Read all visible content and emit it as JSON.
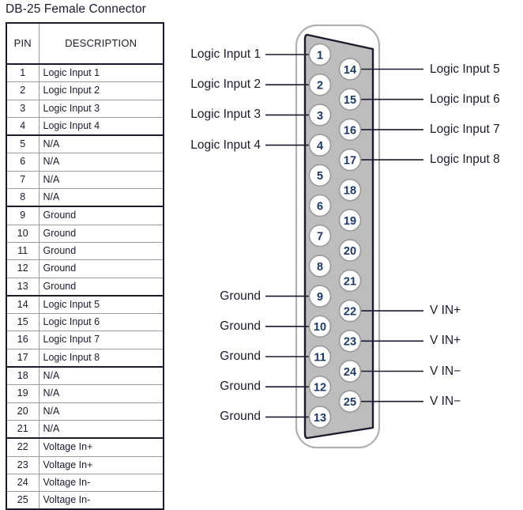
{
  "title": "DB-25 Female Connector",
  "table": {
    "headers": {
      "pin": "PIN",
      "description": "DESCRIPTION"
    },
    "rows": [
      {
        "pin": "1",
        "description": "Logic Input 1"
      },
      {
        "pin": "2",
        "description": "Logic Input 2"
      },
      {
        "pin": "3",
        "description": "Logic Input 3"
      },
      {
        "pin": "4",
        "description": "Logic Input 4"
      },
      {
        "pin": "5",
        "description": "N/A"
      },
      {
        "pin": "6",
        "description": "N/A"
      },
      {
        "pin": "7",
        "description": "N/A"
      },
      {
        "pin": "8",
        "description": "N/A"
      },
      {
        "pin": "9",
        "description": "Ground"
      },
      {
        "pin": "10",
        "description": "Ground"
      },
      {
        "pin": "11",
        "description": "Ground"
      },
      {
        "pin": "12",
        "description": "Ground"
      },
      {
        "pin": "13",
        "description": "Ground"
      },
      {
        "pin": "14",
        "description": "Logic Input 5"
      },
      {
        "pin": "15",
        "description": "Logic Input 6"
      },
      {
        "pin": "16",
        "description": "Logic Input 7"
      },
      {
        "pin": "17",
        "description": "Logic Input 8"
      },
      {
        "pin": "18",
        "description": "N/A"
      },
      {
        "pin": "19",
        "description": "N/A"
      },
      {
        "pin": "20",
        "description": "N/A"
      },
      {
        "pin": "21",
        "description": "N/A"
      },
      {
        "pin": "22",
        "description": "Voltage In+"
      },
      {
        "pin": "23",
        "description": "Voltage In+"
      },
      {
        "pin": "24",
        "description": "Voltage In-"
      },
      {
        "pin": "25",
        "description": "Voltage In-"
      }
    ]
  },
  "diagram": {
    "shell_fill": "#bdbdbd",
    "shell_stroke": "#1b1b30",
    "outline_stroke": "#b0b0b0",
    "pin_fill": "#ffffff",
    "pin_stroke": "#9a9a9a",
    "pin_label_color": "#1b3a6b",
    "leader_color": "#1b1b30",
    "pins_left": [
      "1",
      "2",
      "3",
      "4",
      "5",
      "6",
      "7",
      "8",
      "9",
      "10",
      "11",
      "12",
      "13"
    ],
    "pins_right": [
      "14",
      "15",
      "16",
      "17",
      "18",
      "19",
      "20",
      "21",
      "22",
      "23",
      "24",
      "25"
    ],
    "callouts_left": [
      {
        "pin": "1",
        "label": "Logic Input 1"
      },
      {
        "pin": "2",
        "label": "Logic Input 2"
      },
      {
        "pin": "3",
        "label": "Logic Input 3"
      },
      {
        "pin": "4",
        "label": "Logic Input 4"
      },
      {
        "pin": "9",
        "label": "Ground"
      },
      {
        "pin": "10",
        "label": "Ground"
      },
      {
        "pin": "11",
        "label": "Ground"
      },
      {
        "pin": "12",
        "label": "Ground"
      },
      {
        "pin": "13",
        "label": "Ground"
      }
    ],
    "callouts_right": [
      {
        "pin": "14",
        "label": "Logic Input 5"
      },
      {
        "pin": "15",
        "label": "Logic Input 6"
      },
      {
        "pin": "16",
        "label": "Logic Input 7"
      },
      {
        "pin": "17",
        "label": "Logic Input 8"
      },
      {
        "pin": "22",
        "label": "V IN+"
      },
      {
        "pin": "23",
        "label": "V IN+"
      },
      {
        "pin": "24",
        "label": "V IN−"
      },
      {
        "pin": "25",
        "label": "V IN−"
      }
    ]
  }
}
